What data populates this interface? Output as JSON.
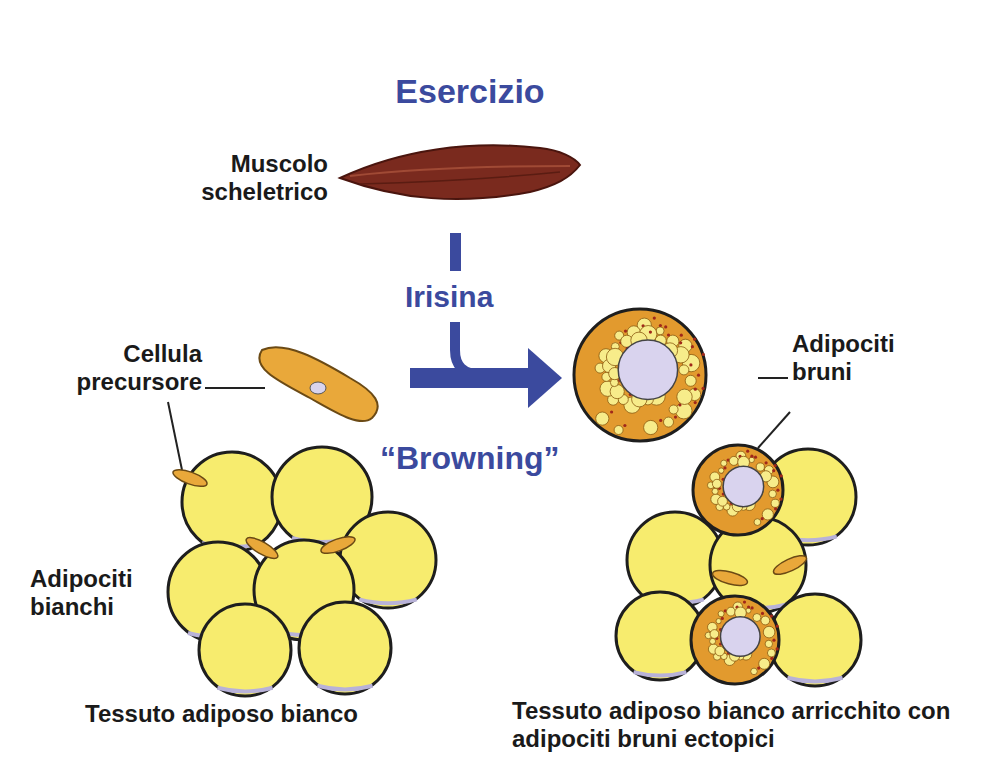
{
  "diagram": {
    "title": "Esercizio",
    "labels": [
      "Muscolo scheletrico",
      "Irisina",
      "Cellula precursore",
      "Adipociti bruni",
      "“Browning”",
      "Adipociti bianchi",
      "Tessuto adiposo bianco",
      "Tessuto adiposo bianco arricchito con adipociti bruni ectopici"
    ]
  }
}
